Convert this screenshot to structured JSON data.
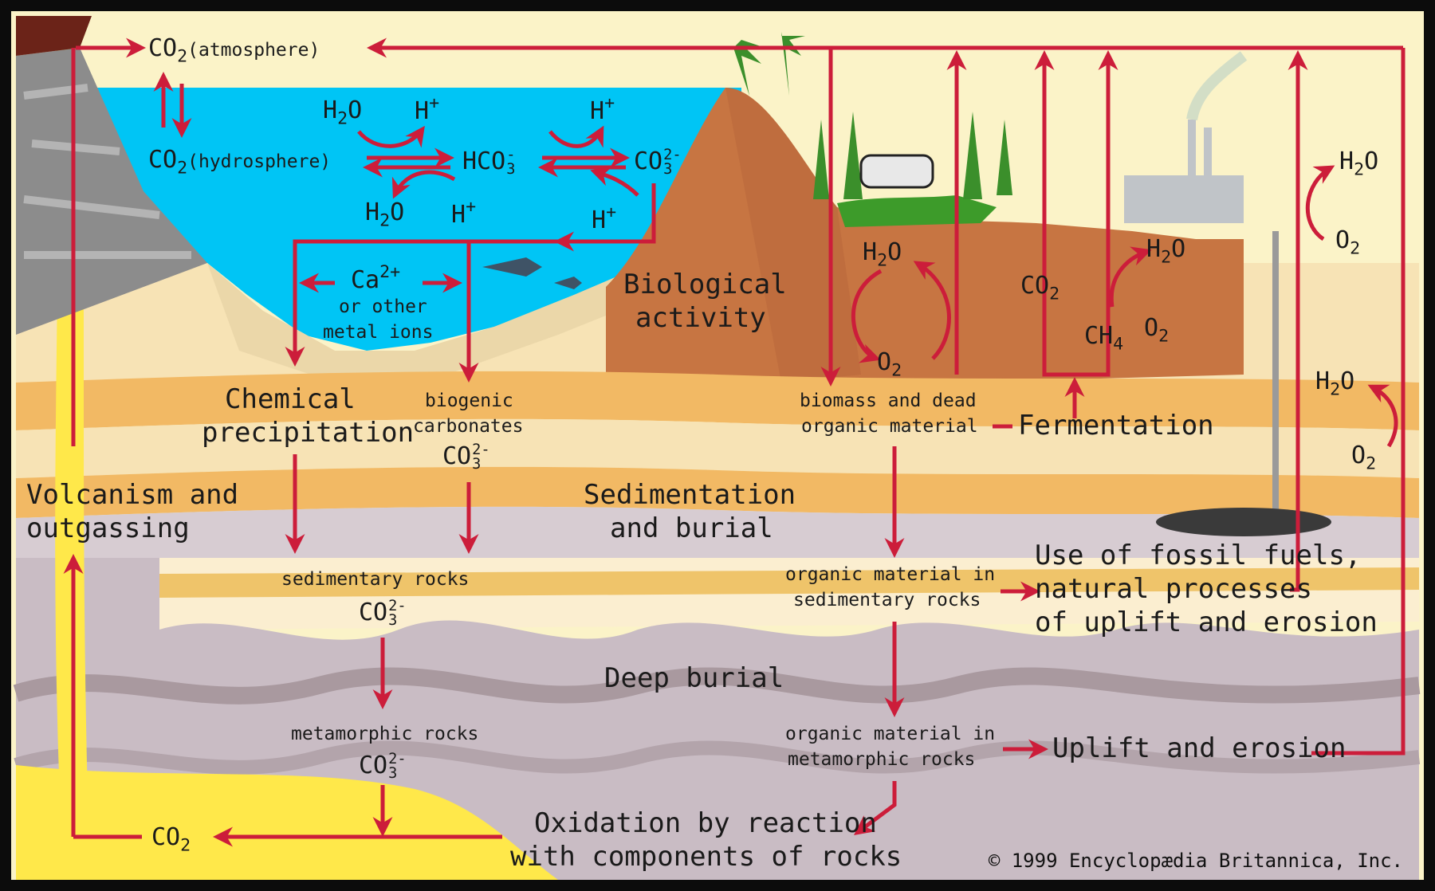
{
  "colors": {
    "arrow": "#cc1d3a",
    "sky": "#fbf3c8",
    "water": "#00c5f5",
    "magma": "#ffe84a",
    "hill": "#c77542",
    "sand": "#f7e3b5",
    "orange_band": "#f2b964",
    "rock_gray": "#c9bcc4",
    "frame": "#0c0c0c"
  },
  "labels": {
    "co2_atmosphere": "(atmosphere)",
    "co2_hydrosphere": "(hydrosphere)",
    "h2o": "H",
    "h_plus": "H",
    "hco3": "HCO",
    "co3": "CO",
    "co": "CO",
    "ca": "Ca",
    "ca_line2": "or other",
    "ca_line3": "metal ions",
    "biological_1": "Biological",
    "biological_2": "activity",
    "chemical_1": "Chemical",
    "chemical_2": "precipitation",
    "biogenic_1": "biogenic",
    "biogenic_2": "carbonates",
    "biomass_1": "biomass and dead",
    "biomass_2": "organic material",
    "fermentation": "Fermentation",
    "volcanism_1": "Volcanism and",
    "volcanism_2": "outgassing",
    "sedimentation_1": "Sedimentation",
    "sedimentation_2": "and burial",
    "sedimentary_rocks": "sedimentary rocks",
    "organic_sed_1": "organic material in",
    "organic_sed_2": "sedimentary rocks",
    "fossil_1": "Use of fossil fuels,",
    "fossil_2": "natural processes",
    "fossil_3": "of uplift and erosion",
    "deep_burial": "Deep burial",
    "metamorphic_rocks": "metamorphic rocks",
    "organic_meta_1": "organic material in",
    "organic_meta_2": "metamorphic rocks",
    "uplift": "Uplift and erosion",
    "oxidation_1": "Oxidation by reaction",
    "oxidation_2": "with components of rocks",
    "ch": "CH",
    "o": "O",
    "sub_2": "2",
    "sub_3": "3",
    "sub_4": "4",
    "sup_2plus": "2+",
    "sup_2minus": "2-",
    "sup_minus": "-",
    "sup_plus": "+",
    "copyright": "© 1999 Encyclopædia Britannica, Inc."
  }
}
